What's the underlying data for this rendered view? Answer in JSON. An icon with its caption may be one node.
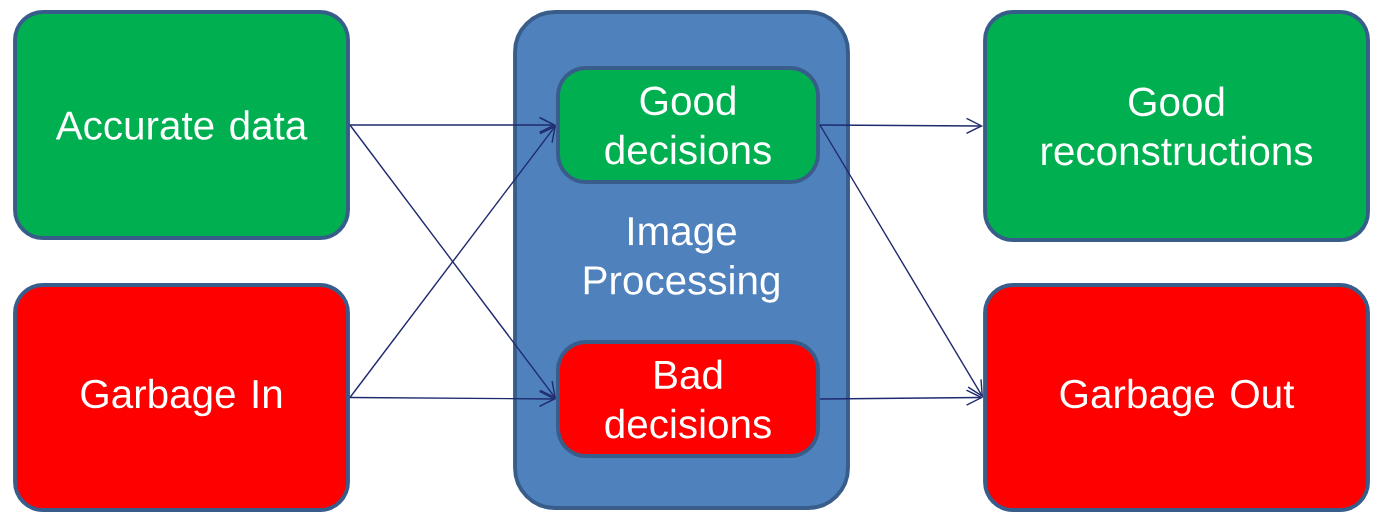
{
  "diagram": {
    "nodes": [
      {
        "text": [
          "Accurate data"
        ]
      },
      {
        "text": [
          "Garbage In"
        ]
      },
      {
        "text": [
          "Image Processing"
        ]
      },
      {
        "text": [
          "Good decisions"
        ],
        "in": 2
      },
      {
        "text": [
          "Bad decisions"
        ],
        "in": 2
      },
      {
        "text": [
          "Good reconstructions"
        ]
      },
      {
        "text": [
          "Garbage Out"
        ]
      }
    ],
    "edges": [
      {
        "from": 0,
        "to": 3,
        "arrow": "to"
      },
      {
        "from": 0,
        "to": 4,
        "arrow": "to"
      },
      {
        "from": 1,
        "to": 3,
        "arrow": "to"
      },
      {
        "from": 1,
        "to": 4,
        "arrow": "to"
      },
      {
        "from": 3,
        "to": 5,
        "arrow": "to"
      },
      {
        "from": 3,
        "to": 6,
        "arrow": "to"
      },
      {
        "from": 4,
        "to": 6,
        "arrow": "to"
      }
    ]
  }
}
